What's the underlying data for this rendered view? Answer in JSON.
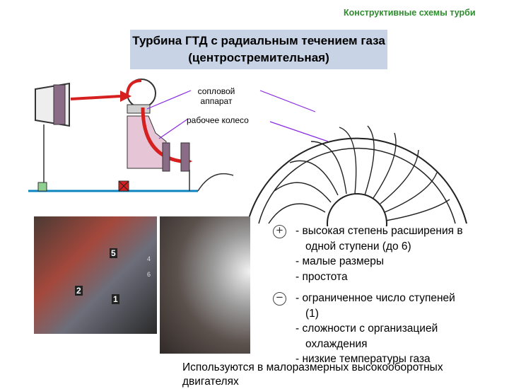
{
  "header": {
    "section_title": "Конструктивные схемы турби"
  },
  "slide": {
    "title_line1": "Турбина ГТД с радиальным течением газа",
    "title_line2": "(центростремительная)"
  },
  "callouts": {
    "nozzle_line1": "сопловой",
    "nozzle_line2": "аппарат",
    "wheel": "рабочее колесо"
  },
  "diagram_labels": {
    "d1": "1",
    "d2": "2",
    "d4": "4",
    "d5": "5",
    "d6": "6"
  },
  "advantages": {
    "icon": "plus-circle-icon",
    "items": [
      "- высокая степень расширения в",
      "одной ступени (до 6)",
      "- малые размеры",
      "- простота"
    ]
  },
  "disadvantages": {
    "icon": "minus-circle-icon",
    "items": [
      "- ограниченное число ступеней",
      "(1)",
      "- сложности с организацией",
      "охлаждения",
      "- низкие температуры газа"
    ]
  },
  "footer": {
    "line1": "Используются в малоразмерных высокооборотных",
    "line2": "двигателях"
  },
  "colors": {
    "header_green": "#2e8b2e",
    "title_bg": "#c9d3e6",
    "flow_red": "#d62020",
    "casing_purple": "#8a6c86"
  }
}
